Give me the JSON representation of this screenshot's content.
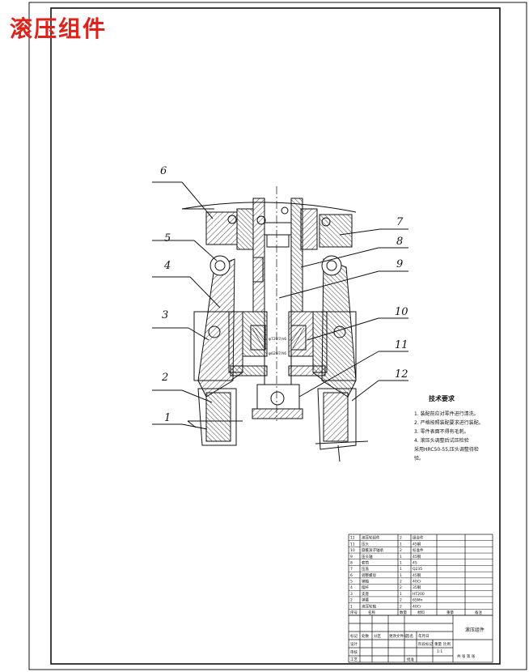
{
  "drawing": {
    "title": "滚压组件",
    "part_labels": [
      "1",
      "2",
      "3",
      "4",
      "5",
      "6",
      "7",
      "8",
      "9",
      "10",
      "11",
      "12"
    ],
    "dimension_labels": [
      "φ72H7/n6",
      "φ62H7/h6"
    ],
    "tech_requirements": {
      "heading": "技术要求",
      "lines": [
        "1. 装配前应对零件进行清洗。",
        "2. 严格按照装配要求进行装配。",
        "3. 零件表面不得有毛刺。",
        "4. 滚压头调整后试压检验",
        "采用HRC50-55,压头调整待检",
        "验。"
      ]
    },
    "parts_list": {
      "rows": [
        {
          "no": "12",
          "name": "滚压轮组件",
          "qty": "2",
          "material": "组合件"
        },
        {
          "no": "11",
          "name": "压头",
          "qty": "1",
          "material": "45钢"
        },
        {
          "no": "10",
          "name": "圆锥滚子轴承",
          "qty": "2",
          "material": "标准件"
        },
        {
          "no": "9",
          "name": "压头轴",
          "qty": "1",
          "material": "45钢"
        },
        {
          "no": "8",
          "name": "套筒",
          "qty": "1",
          "material": "45"
        },
        {
          "no": "7",
          "name": "压盖",
          "qty": "1",
          "material": "Q235"
        },
        {
          "no": "6",
          "name": "调整螺母",
          "qty": "1",
          "material": "45钢"
        },
        {
          "no": "5",
          "name": "销轴",
          "qty": "2",
          "material": "40Cr"
        },
        {
          "no": "4",
          "name": "摆杆",
          "qty": "2",
          "material": "35钢"
        },
        {
          "no": "3",
          "name": "支座",
          "qty": "1",
          "material": "HT200"
        },
        {
          "no": "2",
          "name": "弹簧",
          "qty": "2",
          "material": "65Mn"
        },
        {
          "no": "1",
          "name": "滚压轮轴",
          "qty": "2",
          "material": "40Cr"
        }
      ],
      "header": {
        "no": "序号",
        "name": "名称",
        "qty": "数量",
        "material": "材料",
        "weight": "重量",
        "remark": "备注"
      }
    },
    "title_block": {
      "drawing_name": "滚压组件",
      "scale": "1:1",
      "sheet": "共 张 第 张",
      "row_labels": [
        "标记",
        "处数",
        "分区",
        "更改文件号",
        "签名",
        "年月日"
      ],
      "roles": [
        "设计",
        "审核",
        "工艺",
        "批准"
      ],
      "stage_labels": [
        "阶段标记",
        "重量",
        "比例"
      ]
    }
  }
}
